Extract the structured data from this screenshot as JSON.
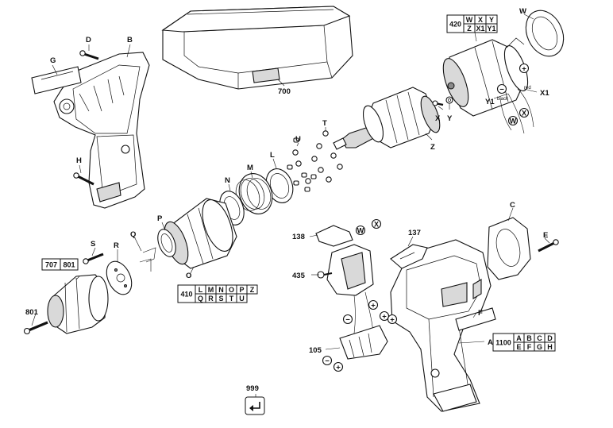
{
  "part_labels": {
    "G": "G",
    "D": "D",
    "B": "B",
    "H": "H",
    "T": "T",
    "U": "U",
    "L": "L",
    "M": "M",
    "N": "N",
    "W": "W",
    "X": "X",
    "Y": "Y",
    "Y1": "Y1",
    "X1": "X1",
    "Z": "Z",
    "C": "C",
    "E": "E",
    "F": "F",
    "A": "A",
    "S": "S",
    "R": "R",
    "Q": "Q",
    "P": "P",
    "O": "O"
  },
  "part_numbers": {
    "n700": "700",
    "n138": "138",
    "n137": "137",
    "n435": "435",
    "n105": "105",
    "n801_bottom": "801",
    "n999": "999"
  },
  "wire_labels": {
    "red": "red",
    "black": "black"
  },
  "circle_labels": {
    "w_motor": "W",
    "x_motor": "X",
    "w_switch": "W",
    "x_switch": "X",
    "plus_motor": "+",
    "minus_motor": "−",
    "plus_a": "+",
    "plus_b": "+",
    "minus_a": "−",
    "minus_b": "−",
    "plus_c": "+",
    "plus_d": "+"
  },
  "ref_tables": {
    "t420": {
      "num": "420",
      "rows": [
        [
          "W",
          "X",
          "Y"
        ],
        [
          "Z",
          "X1",
          "Y1"
        ]
      ]
    },
    "t410": {
      "num": "410",
      "rows": [
        [
          "L",
          "M",
          "N",
          "O",
          "P",
          "Z"
        ],
        [
          "Q",
          "R",
          "S",
          "T",
          "U",
          ""
        ]
      ]
    },
    "t1100": {
      "num": "1100",
      "rows": [
        [
          "A",
          "B",
          "C",
          "D"
        ],
        [
          "E",
          "F",
          "G",
          "H"
        ]
      ]
    },
    "t707": {
      "num": "707",
      "rows": [
        [
          "801"
        ]
      ]
    }
  },
  "icons": {
    "return": "return-arrow-icon"
  }
}
